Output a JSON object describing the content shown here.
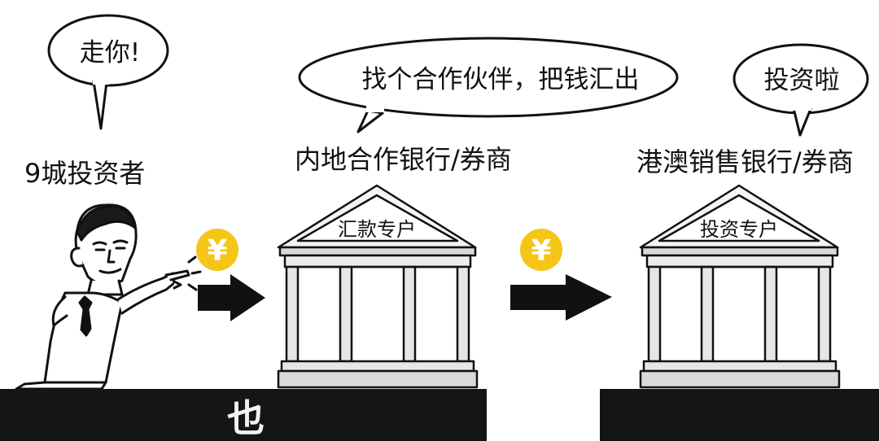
{
  "bubbles": {
    "investor": "走你!",
    "partner": "找个合作伙伴，把钱汇出",
    "invest": "投资啦"
  },
  "labels": {
    "investor": "9城投资者",
    "mainland_bank": "内地合作银行/券商",
    "hk_bank": "港澳销售银行/券商"
  },
  "signs": {
    "mainland": "汇款专户",
    "hk": "投资专户"
  },
  "currency_symbol": "¥",
  "caption_fragment": "也",
  "colors": {
    "coin": "#f5c518",
    "ink": "#111111",
    "band": "#151515",
    "building_fill": "#f4f4f4",
    "building_shade": "#d9d9d9"
  }
}
